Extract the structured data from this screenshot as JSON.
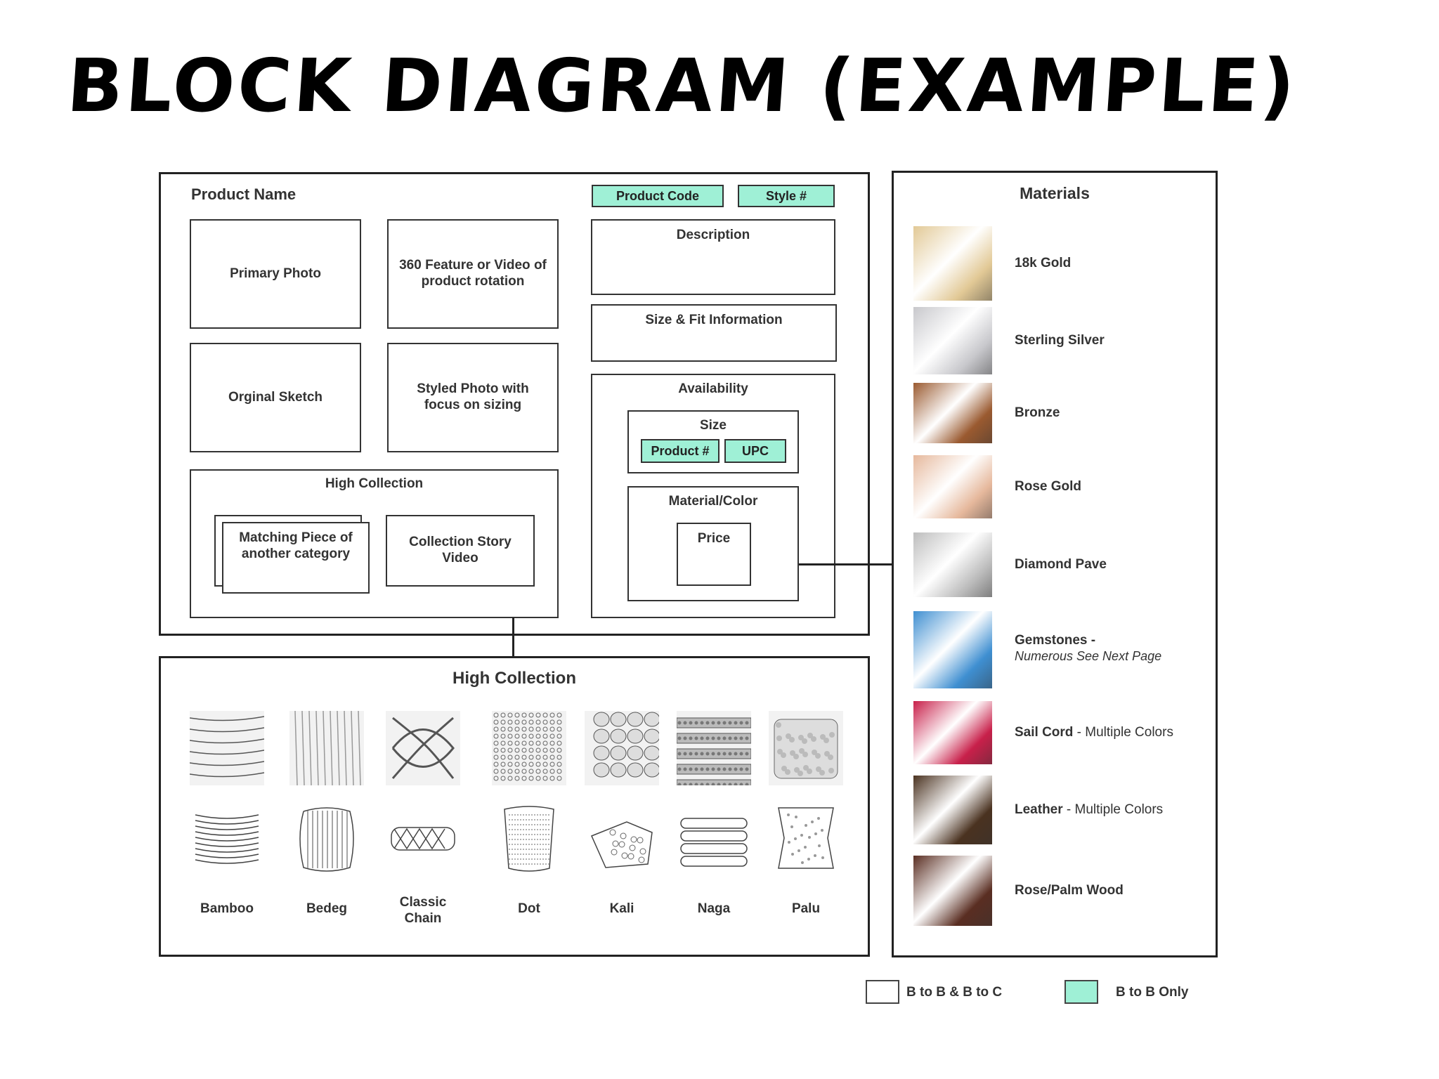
{
  "title": "Block Diagram (Example)",
  "product_panel": {
    "product_name": "Product Name",
    "product_code": "Product Code",
    "style_number": "Style #",
    "primary_photo": "Primary Photo",
    "feature_360": "360 Feature or Video of product rotation",
    "original_sketch": "Orginal Sketch",
    "styled_photo": "Styled Photo with focus on sizing",
    "description": "Description",
    "size_fit": "Size & Fit Information",
    "availability": "Availability",
    "size": "Size",
    "product_number": "Product #",
    "upc": "UPC",
    "material_color": "Material/Color",
    "price": "Price",
    "high_collection": "High Collection",
    "matching_piece": "Matching Piece of another category",
    "collection_story": "Collection Story Video"
  },
  "collection_panel": {
    "title": "High Collection",
    "items": [
      {
        "name": "Bamboo",
        "icon": "bamboo-pattern"
      },
      {
        "name": "Bedeg",
        "icon": "bedeg-pattern"
      },
      {
        "name": "Classic Chain",
        "icon": "chain-pattern"
      },
      {
        "name": "Dot",
        "icon": "dot-pattern"
      },
      {
        "name": "Kali",
        "icon": "kali-pattern"
      },
      {
        "name": "Naga",
        "icon": "naga-pattern"
      },
      {
        "name": "Palu",
        "icon": "palu-pattern"
      }
    ]
  },
  "materials_panel": {
    "title": "Materials",
    "items": [
      {
        "name": "18k Gold",
        "color": "#e2c996"
      },
      {
        "name": "Sterling Silver",
        "color": "#c8c8cc"
      },
      {
        "name": "Bronze",
        "color": "#9a5a30"
      },
      {
        "name": "Rose Gold",
        "color": "#e6b89c"
      },
      {
        "name": "Diamond Pave",
        "color": "#bdbdbd"
      },
      {
        "name": "Gemstones -",
        "note": "Numerous See Next Page",
        "color": "#3f8fd1"
      },
      {
        "name": "Sail Cord",
        "suffix": " - Multiple Colors",
        "color": "#c8204a"
      },
      {
        "name": "Leather",
        "suffix": " - Multiple Colors",
        "color": "#4a3220"
      },
      {
        "name": "Rose/Palm Wood",
        "color": "#5a2e22"
      }
    ]
  },
  "legend": {
    "b2b_b2c": "B to B & B to C",
    "b2b_only": "B to B Only",
    "b2b_b2c_color": "#ffffff",
    "b2b_only_color": "#9ff0d6"
  }
}
